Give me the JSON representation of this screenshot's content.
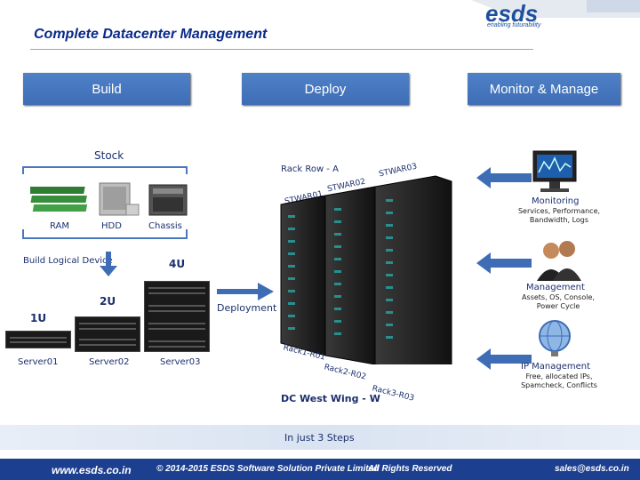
{
  "header": {
    "title": "Complete Datacenter Management",
    "logo_text": "esds",
    "logo_tagline": "enabling futurability"
  },
  "stages": [
    {
      "label": "Build"
    },
    {
      "label": "Deploy"
    },
    {
      "label": "Monitor & Manage"
    }
  ],
  "build": {
    "stock_label": "Stock",
    "items": [
      "RAM",
      "HDD",
      "Chassis"
    ],
    "logical_label": "Build Logical Device",
    "sizes": {
      "u4": "4U",
      "u2": "2U",
      "u1": "1U"
    },
    "servers": [
      "Server01",
      "Server02",
      "Server03"
    ]
  },
  "deploy": {
    "arrow_label": "Deployment",
    "rack_row": "Rack Row - A",
    "stwar": [
      "STWAR01",
      "STWAR02",
      "STWAR03"
    ],
    "racks": [
      "Rack1-R01",
      "Rack2-R02",
      "Rack3-R03"
    ],
    "wing": "DC West Wing - W"
  },
  "monitor": {
    "blocks": [
      {
        "title": "Monitoring",
        "desc": "Services, Performance, Bandwidth, Logs",
        "icon": "monitor-icon"
      },
      {
        "title": "Management",
        "desc": "Assets, OS, Console, Power Cycle",
        "icon": "users-icon"
      },
      {
        "title": "IP Management",
        "desc": "Free, allocated IPs, Spamcheck, Conflicts",
        "icon": "globe-icon"
      }
    ]
  },
  "tagline": "In just 3 Steps",
  "footer": {
    "website": "www.esds.co.in",
    "copyright": "© 2014-2015 ESDS Software Solution Private Limited",
    "rights": "All Rights Reserved",
    "email": "sales@esds.co.in"
  },
  "colors": {
    "accent": "#1d3f8f",
    "button": "#4a78c0",
    "arrow": "#3e6db5"
  }
}
